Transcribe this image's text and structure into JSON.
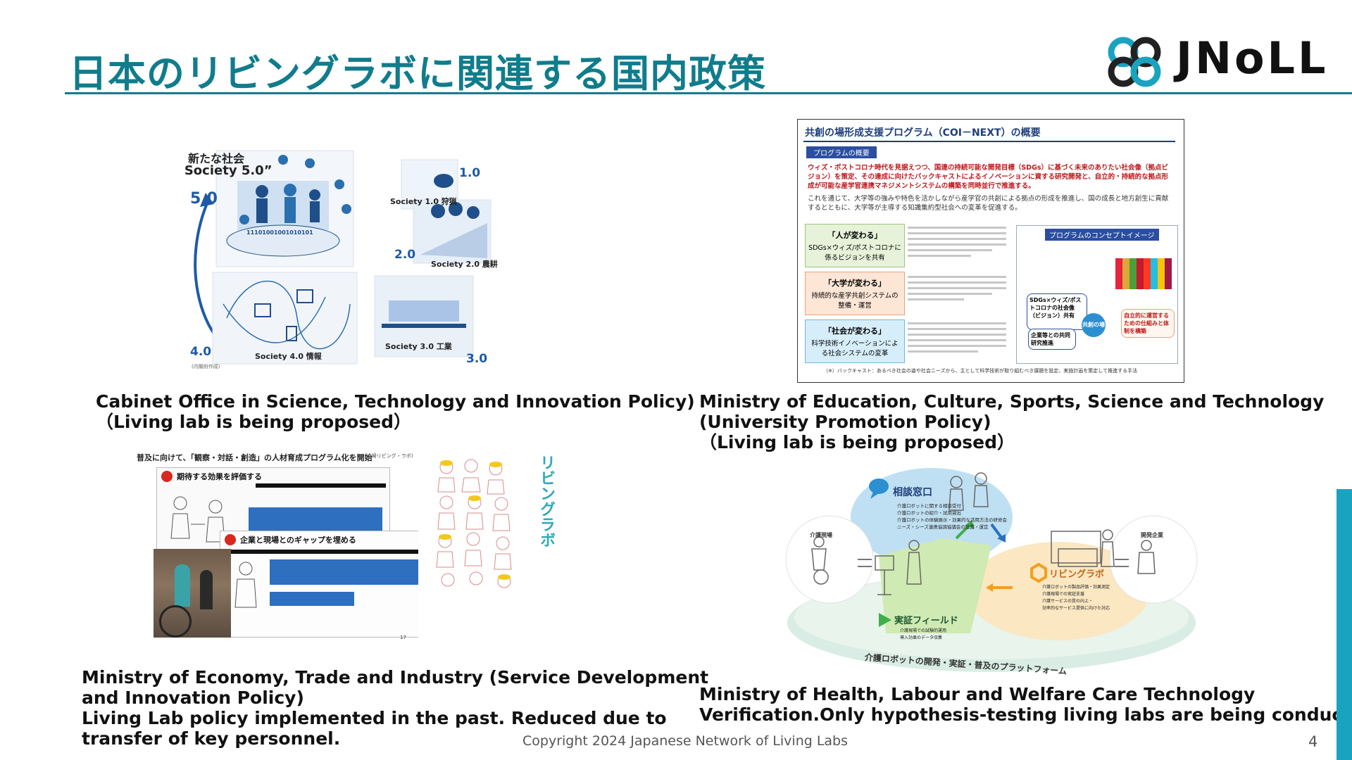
{
  "slide": {
    "title": "日本のリビングラボに関連する国内政策",
    "page_number": "4",
    "footer": "Copyright 2024  Japanese Network of Living Labs",
    "logo_text": "JNoLL",
    "colors": {
      "title": "#107c8c",
      "accent": "#1aa3c0",
      "logo_icon": "#1aa3c0"
    }
  },
  "panels": {
    "cabinet": {
      "caption_lines": [
        "Cabinet Office in Science, Technology and Innovation Policy)",
        "（Living lab is being proposed）"
      ],
      "figure": {
        "society50_label": "新たな社会",
        "society50_quote": "“Society 5.0”",
        "num_50": "5.0",
        "num_10": "1.0",
        "num_20": "2.0",
        "num_30": "3.0",
        "num_40": "4.0",
        "s1": "Society 1.0 狩猟",
        "s2": "Society 2.0 農耕",
        "s3": "Society 3.0 工業",
        "s4": "Society 4.0 情報",
        "binary": "11101001001010101",
        "source": "(内閣府作成)"
      }
    },
    "mext": {
      "caption_lines": [
        "Ministry of Education, Culture, Sports, Science and Technology",
        "(University Promotion Policy)",
        "（Living lab is being proposed）"
      ],
      "figure": {
        "title": "共創の場形成支援プログラム（COI－NEXT）の概要",
        "overview_tag": "プログラムの概要",
        "bullet1": "ウィズ・ポストコロナ時代を見据えつつ、国連の持続可能な開発目標（SDGs）に基づく未来のありたい社会像（拠点ビジョン）を策定、その達成に向けたバックキャストによるイノベーションに資する研究開発と、自立的・持続的な拠点形成が可能な産学官連携マネジメントシステムの構築を同時並行で推進する。",
        "bullet2": "これを通じて、大学等の強みや特色を活かしながら産学官の共創による拠点の形成を推進し、国の成長と地方創生に貢献するとともに、大学等が主導する知識集約型社会への変革を促進する。",
        "box1_title": "「人が変わる」",
        "box1_body": "SDGs×ウィズ/ポストコロナに係るビジョンを共有",
        "box2_title": "「大学が変わる」",
        "box2_body": "持続的な産学共創システムの整備・運営",
        "box3_title": "「社会が変わる」",
        "box3_body": "科学技術イノベーションによる社会システムの変革",
        "concept_title": "プログラムのコンセプトイメージ",
        "concept_center": "共創の場",
        "concept_sdgs": "SDGs×ウィズ/ポストコロナの社会像（ビジョン）共有",
        "concept_right": "自立的に運営するための仕組みと体制を構築",
        "concept_left": "企業等との共同研究推進",
        "footnote": "（※）バックキャスト：あるべき社会の姿や社会ニーズから、主として科学技術が取り組むべき課題を設定、実施計画を策定して推進する手法"
      }
    },
    "meti": {
      "caption_lines": [
        "Ministry of Economy, Trade and Industry (Service Development",
        "and Innovation Policy)",
        "Living Lab policy implemented in the past. Reduced due to",
        "transfer of key personnel."
      ],
      "figure": {
        "header": "普及に向けて、「観察・対話・創造」の人材育成プログラム化を開始",
        "header_note": "(川崎リビング・ラボ)",
        "card1_title": "期待する効果を評価する",
        "card2_title": "企業と現場とのギャップを埋める",
        "vertical_title": "リビングラボ",
        "page_no": "17"
      }
    },
    "mhlw": {
      "caption_lines": [
        "Ministry of Health, Labour and Welfare Care Technology",
        "Verification.Only hypothesis-testing living labs are being conducted."
      ],
      "figure": {
        "consult": "相談窓口",
        "consult_items": [
          "介護ロボットに関する相談受付",
          "介護ロボットの紹介・試用貸出",
          "介護ロボットの体験展示・効果的な活用方法の研修会",
          "ニーズ・シーズ連携協調協議会の設置・運営"
        ],
        "care_site": "介護現場",
        "developer": "開発企業",
        "living_lab": "リビングラボ",
        "living_lab_items": [
          "介護ロボットの製品評価・効果測定",
          "介護現場での実証支援",
          "介護サービスの質の向上・",
          "効率的なサービス提供に向けた対応"
        ],
        "field": "実証フィールド",
        "field_items": [
          "介護現場での試験的運用",
          "導入効果のデータ収集"
        ],
        "platform": "介護ロボットの開発・実証・普及のプラットフォーム"
      }
    }
  }
}
